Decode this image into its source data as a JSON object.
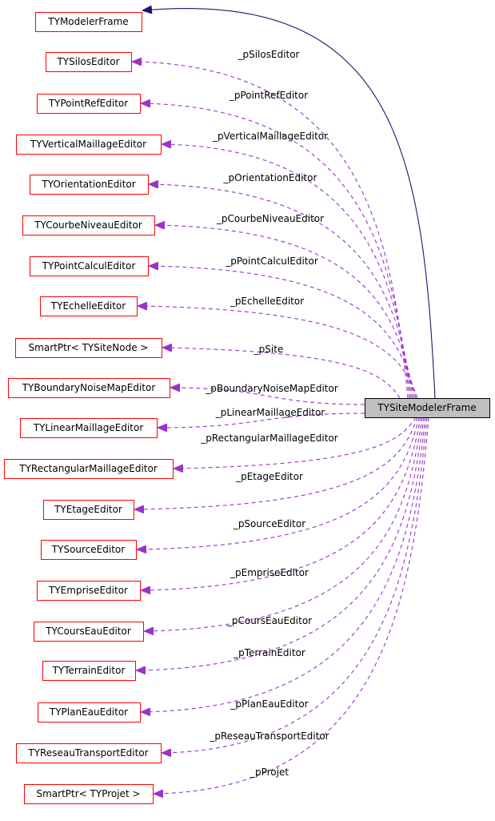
{
  "diagram": {
    "central": {
      "id": "frame",
      "label": "TYSiteModelerFrame"
    },
    "colors": {
      "node_border": "#ff0000",
      "central_fill": "#bfbfbf",
      "central_border": "#000000",
      "inheritance_edge": "#191970",
      "member_edge": "#9a32cd"
    },
    "nodes": [
      {
        "id": "n0",
        "label": "TYModelerFrame"
      },
      {
        "id": "n1",
        "label": "TYSilosEditor"
      },
      {
        "id": "n2",
        "label": "TYPointRefEditor"
      },
      {
        "id": "n3",
        "label": "TYVerticalMaillageEditor"
      },
      {
        "id": "n4",
        "label": "TYOrientationEditor"
      },
      {
        "id": "n5",
        "label": "TYCourbeNiveauEditor"
      },
      {
        "id": "n6",
        "label": "TYPointCalculEditor"
      },
      {
        "id": "n7",
        "label": "TYEchelleEditor"
      },
      {
        "id": "n8",
        "label": "SmartPtr< TYSiteNode >"
      },
      {
        "id": "n9",
        "label": "TYBoundaryNoiseMapEditor"
      },
      {
        "id": "n10",
        "label": "TYLinearMaillageEditor"
      },
      {
        "id": "n11",
        "label": "TYRectangularMaillageEditor"
      },
      {
        "id": "n12",
        "label": "TYEtageEditor"
      },
      {
        "id": "n13",
        "label": "TYSourceEditor"
      },
      {
        "id": "n14",
        "label": "TYEmpriseEditor"
      },
      {
        "id": "n15",
        "label": "TYCoursEauEditor"
      },
      {
        "id": "n16",
        "label": "TYTerrainEditor"
      },
      {
        "id": "n17",
        "label": "TYPlanEauEditor"
      },
      {
        "id": "n18",
        "label": "TYReseauTransportEditor"
      },
      {
        "id": "n19",
        "label": "SmartPtr< TYProjet >"
      }
    ],
    "edges": [
      {
        "from": "frame",
        "to": "n0",
        "kind": "inheritance",
        "label": ""
      },
      {
        "from": "frame",
        "to": "n1",
        "kind": "member",
        "label": "_pSilosEditor"
      },
      {
        "from": "frame",
        "to": "n2",
        "kind": "member",
        "label": "_pPointRefEditor"
      },
      {
        "from": "frame",
        "to": "n3",
        "kind": "member",
        "label": "_pVerticalMaillageEditor"
      },
      {
        "from": "frame",
        "to": "n4",
        "kind": "member",
        "label": "_pOrientationEditor"
      },
      {
        "from": "frame",
        "to": "n5",
        "kind": "member",
        "label": "_pCourbeNiveauEditor"
      },
      {
        "from": "frame",
        "to": "n6",
        "kind": "member",
        "label": "_pPointCalculEditor"
      },
      {
        "from": "frame",
        "to": "n7",
        "kind": "member",
        "label": "_pEchelleEditor"
      },
      {
        "from": "frame",
        "to": "n8",
        "kind": "member",
        "label": "_pSite"
      },
      {
        "from": "frame",
        "to": "n9",
        "kind": "member",
        "label": "_pBoundaryNoiseMapEditor"
      },
      {
        "from": "frame",
        "to": "n10",
        "kind": "member",
        "label": "_pLinearMaillageEditor"
      },
      {
        "from": "frame",
        "to": "n11",
        "kind": "member",
        "label": "_pRectangularMaillageEditor"
      },
      {
        "from": "frame",
        "to": "n12",
        "kind": "member",
        "label": "_pEtageEditor"
      },
      {
        "from": "frame",
        "to": "n13",
        "kind": "member",
        "label": "_pSourceEditor"
      },
      {
        "from": "frame",
        "to": "n14",
        "kind": "member",
        "label": "_pEmpriseEditor"
      },
      {
        "from": "frame",
        "to": "n15",
        "kind": "member",
        "label": "_pCoursEauEditor"
      },
      {
        "from": "frame",
        "to": "n16",
        "kind": "member",
        "label": "_pTerrainEditor"
      },
      {
        "from": "frame",
        "to": "n17",
        "kind": "member",
        "label": "_pPlanEauEditor"
      },
      {
        "from": "frame",
        "to": "n18",
        "kind": "member",
        "label": "_pReseauTransportEditor"
      },
      {
        "from": "frame",
        "to": "n19",
        "kind": "member",
        "label": "_pProjet"
      }
    ]
  }
}
